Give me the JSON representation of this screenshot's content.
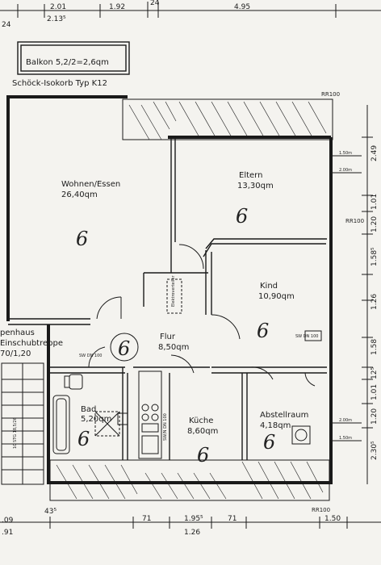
{
  "plan": {
    "top_dims": [
      "24",
      "2.01",
      "1.92",
      "24",
      "4.95",
      "2.13⁵"
    ],
    "left_top_dim": "24",
    "bottom_dims": [
      "43⁵",
      "71",
      "1.95⁵",
      "71",
      "1.26",
      "1.50"
    ],
    "bottom_left_dims": [
      ".09",
      ".91"
    ],
    "right_dims": [
      "2.49",
      "1.01",
      "1.20",
      "1.58⁵",
      "1.26",
      "1.58",
      "12⁵",
      "1.01",
      "1.20",
      "2.30⁵"
    ],
    "window_dims": [
      "1.50m",
      "2.00m",
      "2.00m",
      "1.50m"
    ],
    "rr_labels": [
      "RR100",
      "RR100",
      "RR100"
    ],
    "balcony": {
      "label": "Balkon 5,2/2=2,6qm",
      "note": "Schöck-Isokorb Typ K12"
    },
    "stair": {
      "line1": "penhaus",
      "line2": "Einschubtreppe",
      "line3": "70/1,20"
    },
    "stair_steps": "10 STG 18,5/26",
    "rooms": [
      {
        "name": "Wohnen/Essen",
        "area": "26,40qm"
      },
      {
        "name": "Eltern",
        "area": "13,30qm"
      },
      {
        "name": "Kind",
        "area": "10,90qm"
      },
      {
        "name": "Flur",
        "area": "8,50qm"
      },
      {
        "name": "Bad",
        "area": "5,20qm"
      },
      {
        "name": "Küche",
        "area": "8,60qm"
      },
      {
        "name": "Abstellraum",
        "area": "4,18qm"
      }
    ],
    "annotations": {
      "flur_fixture": "Elektroverteiler",
      "kind_vent": "SW DN 100",
      "bad_vent": "SW DN 100",
      "kueche_vent": "SW/N DN 100"
    },
    "handwritten_marks": [
      "6",
      "6",
      "6",
      "6",
      "6",
      "6",
      "6"
    ]
  }
}
